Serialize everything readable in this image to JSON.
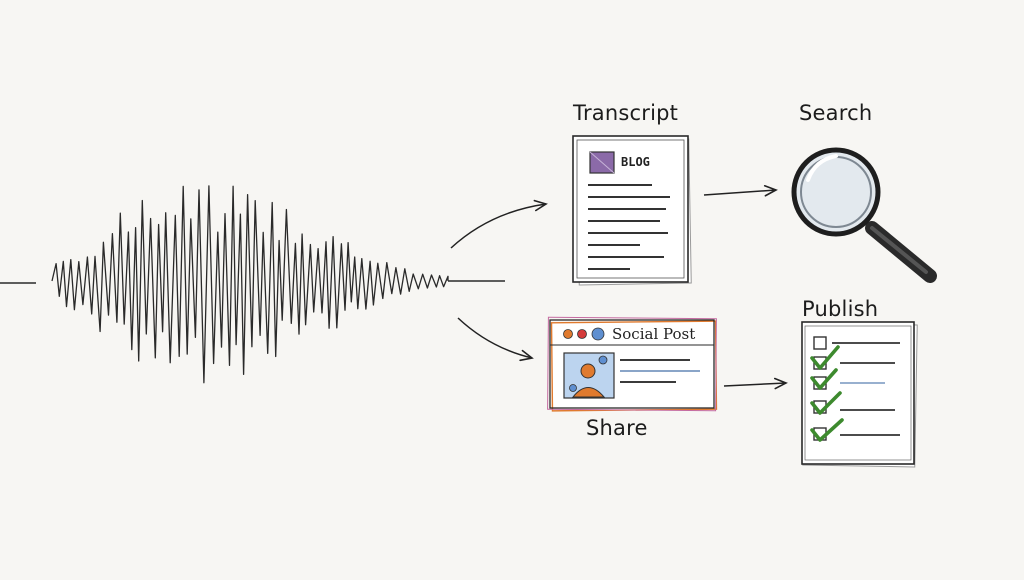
{
  "nodes": {
    "transcript": {
      "label": "Transcript",
      "badge": "BLOG"
    },
    "search": {
      "label": "Search"
    },
    "publish": {
      "label": "Publish"
    },
    "share": {
      "label": "Share",
      "badge": "Social Post"
    }
  },
  "colors": {
    "ink": "#1c1c1c",
    "paper": "#ffffff",
    "accent_purple": "#8b6aa8",
    "accent_orange": "#e07a2e",
    "accent_blue": "#5f8fd0",
    "check_green": "#3d8a2e",
    "lens": "#dbe4ec"
  },
  "icons": [
    "audio-waveform-icon",
    "magnifying-glass-icon",
    "checkmark-icon",
    "avatar-icon"
  ]
}
